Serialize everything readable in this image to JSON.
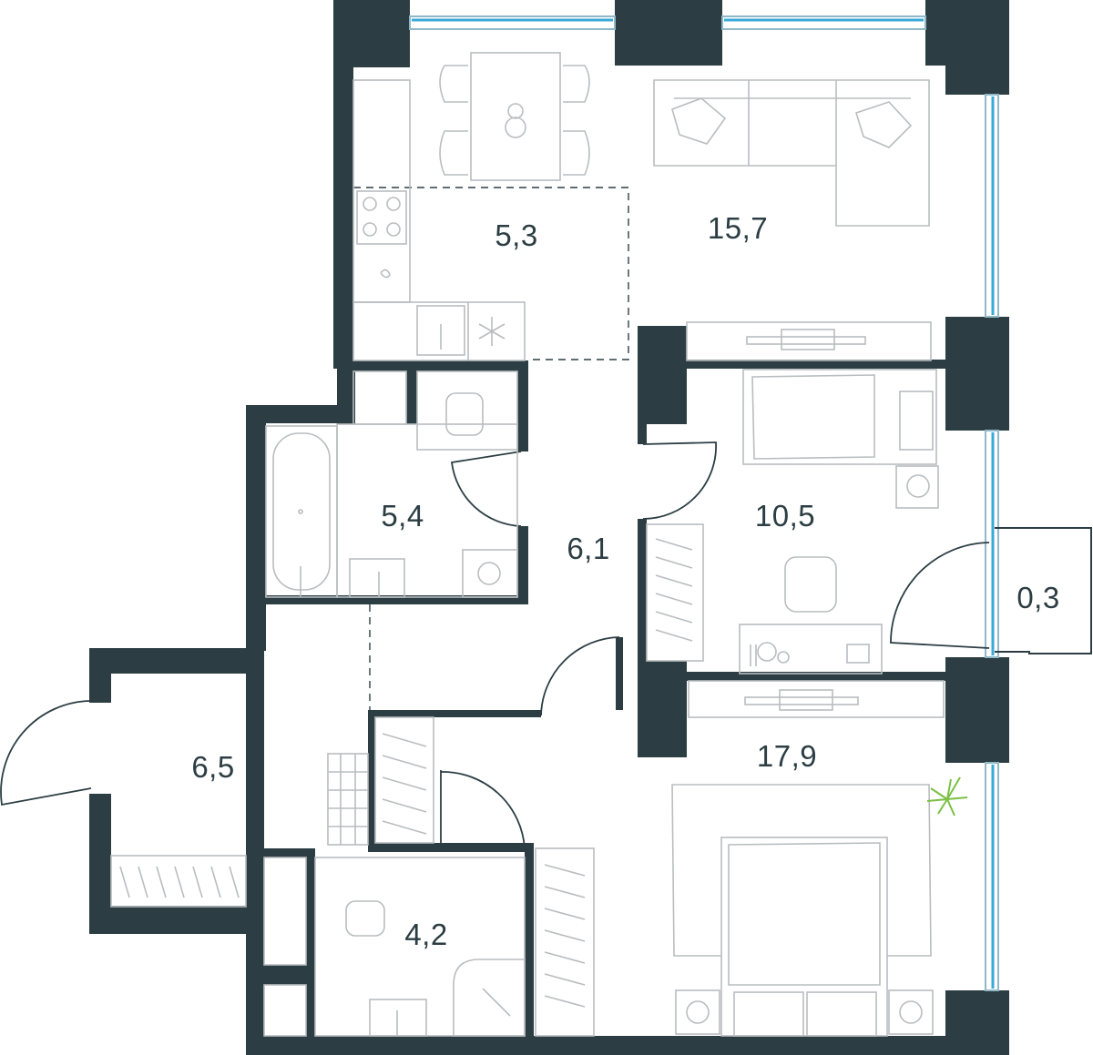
{
  "plan": {
    "rooms": [
      {
        "id": "kitchen",
        "area": "5,3"
      },
      {
        "id": "living",
        "area": "15,7"
      },
      {
        "id": "bathroom",
        "area": "5,4"
      },
      {
        "id": "corridor",
        "area": "6,1"
      },
      {
        "id": "bedroom-small",
        "area": "10,5"
      },
      {
        "id": "balcony",
        "area": "0,3"
      },
      {
        "id": "hall",
        "area": "6,5"
      },
      {
        "id": "bedroom-master",
        "area": "17,9"
      },
      {
        "id": "shower-room",
        "area": "4,2"
      }
    ],
    "colors": {
      "wall": "#2c3e44",
      "window": "#39a9d8",
      "furniture": "#b9bdbf",
      "plant": "#7ac043"
    }
  }
}
